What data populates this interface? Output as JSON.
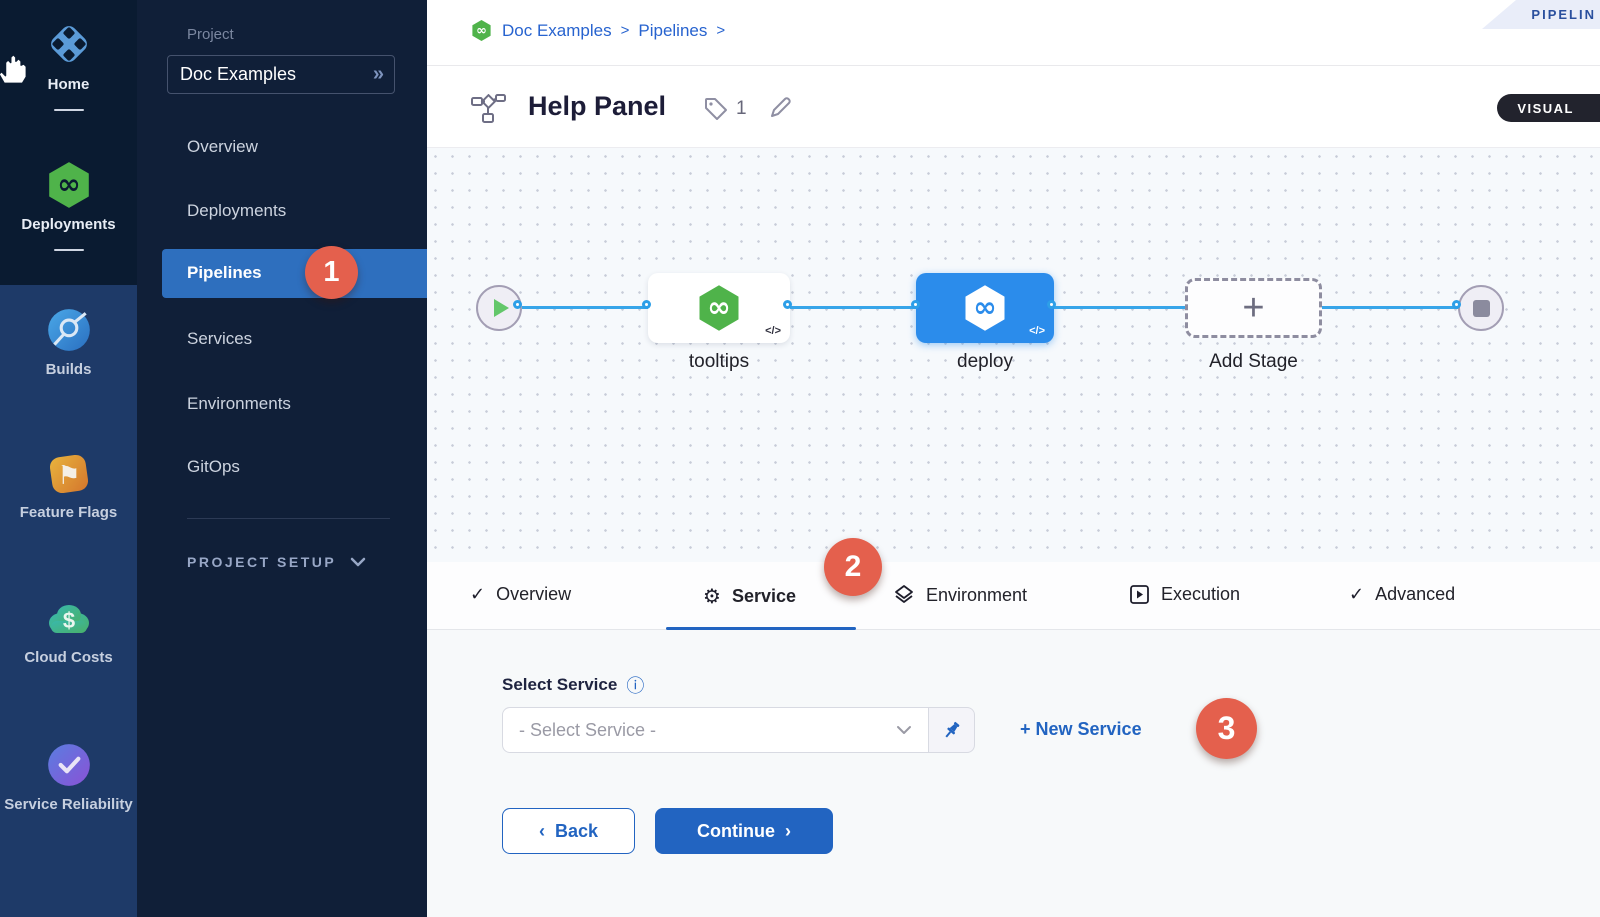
{
  "module_rail": {
    "items": [
      {
        "label": "Home",
        "icon": "home-diamond-icon"
      },
      {
        "label": "Deployments",
        "icon": "harness-deployments-icon"
      },
      {
        "label": "Builds",
        "icon": "builds-icon"
      },
      {
        "label": "Feature Flags",
        "icon": "feature-flags-icon"
      },
      {
        "label": "Cloud Costs",
        "icon": "cloud-costs-icon"
      },
      {
        "label": "Service Reliability",
        "icon": "service-reliability-icon"
      }
    ]
  },
  "project_sidebar": {
    "section_label": "Project",
    "project_name": "Doc Examples",
    "items": [
      "Overview",
      "Deployments",
      "Pipelines",
      "Services",
      "Environments",
      "GitOps"
    ],
    "active_item": "Pipelines",
    "setup_label": "PROJECT SETUP"
  },
  "breadcrumb": {
    "items": [
      "Doc Examples",
      "Pipelines"
    ],
    "separator": ">"
  },
  "header": {
    "title": "Help Panel",
    "tag_count": "1",
    "ribbon_label": "PIPELIN",
    "view_toggle_label": "VISUAL"
  },
  "canvas": {
    "code_marker": "</>",
    "nodes": [
      {
        "label": "tooltips",
        "type": "harness-stage"
      },
      {
        "label": "deploy",
        "type": "harness-stage-selected"
      },
      {
        "label": "Add Stage",
        "type": "add-stage"
      }
    ]
  },
  "tabs": {
    "items": [
      {
        "label": "Overview",
        "icon": "check-icon"
      },
      {
        "label": "Service",
        "icon": "gear-icon"
      },
      {
        "label": "Environment",
        "icon": "layers-icon"
      },
      {
        "label": "Execution",
        "icon": "play-box-icon"
      },
      {
        "label": "Advanced",
        "icon": "check-icon"
      }
    ],
    "active": "Service"
  },
  "form": {
    "label": "Select Service",
    "placeholder": "- Select Service -",
    "new_service_label": "+ New Service",
    "back_label": "Back",
    "continue_label": "Continue"
  },
  "annotations": {
    "one": "1",
    "two": "2",
    "three": "3"
  },
  "icons": {
    "infinity": "∞",
    "flag": "⚑",
    "check": "✓",
    "gear": "⚙",
    "info": "ⓘ",
    "double_chevron_right": "»",
    "chevron_left": "‹",
    "chevron_right": "›",
    "plus": "+",
    "dollar": "$"
  },
  "colors": {
    "accent_blue": "#2264c1",
    "link_blue": "#2763cf",
    "badge_red": "#e4604d",
    "harness_green": "#4fb34a",
    "node_blue": "#2b8ceb",
    "connector_blue": "#37a5e9",
    "sidebar_dark": "#0a1b31",
    "rail_light": "#1e3a68",
    "active_item_blue": "#2e6fbe"
  }
}
